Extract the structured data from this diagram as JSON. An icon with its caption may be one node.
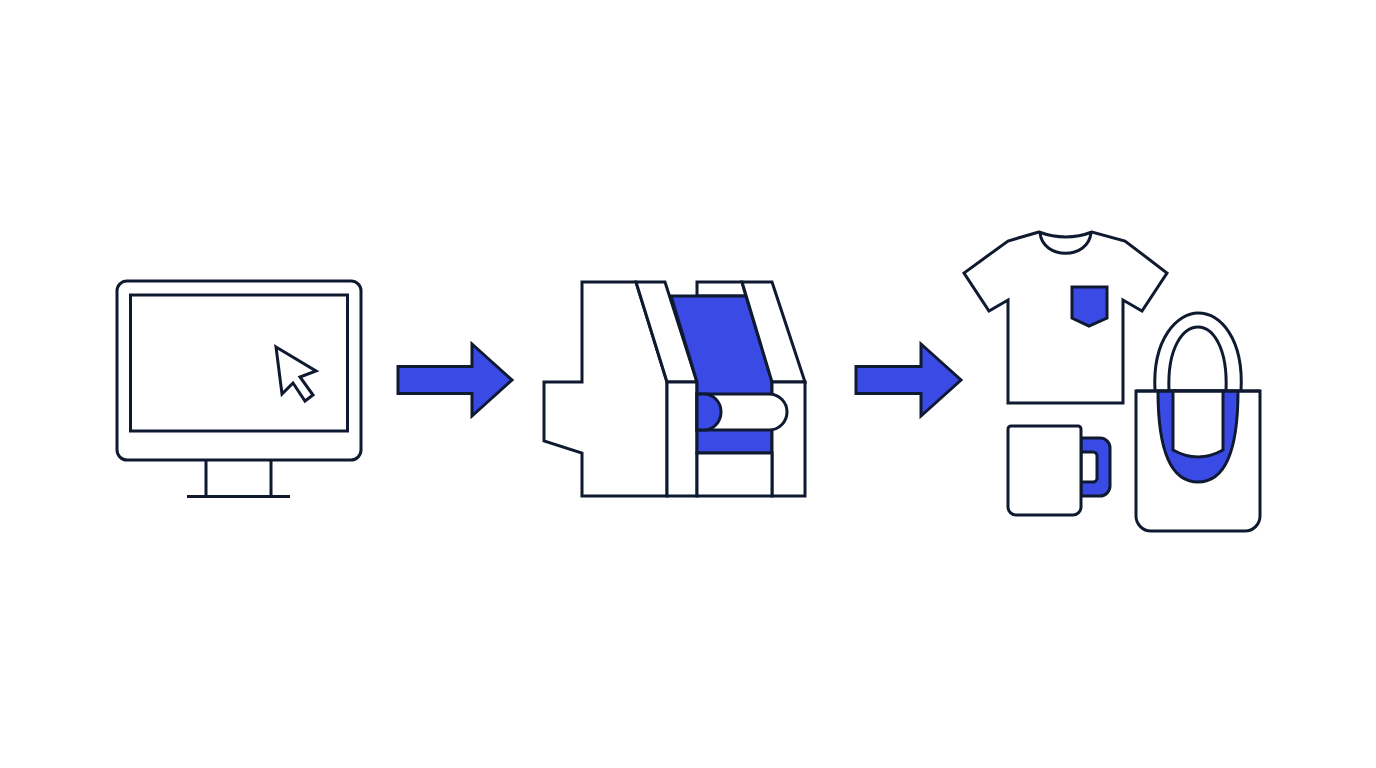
{
  "diagram": {
    "nodes": [
      {
        "text": [],
        "shape": "picture"
      },
      {
        "text": [],
        "shape": "picture"
      },
      {
        "text": [],
        "shape": "picture"
      }
    ],
    "edges": [
      {
        "from": 0,
        "to": 1,
        "arrow": "to",
        "style": "thick"
      },
      {
        "from": 1,
        "to": 2,
        "arrow": "to",
        "style": "thick"
      }
    ]
  }
}
